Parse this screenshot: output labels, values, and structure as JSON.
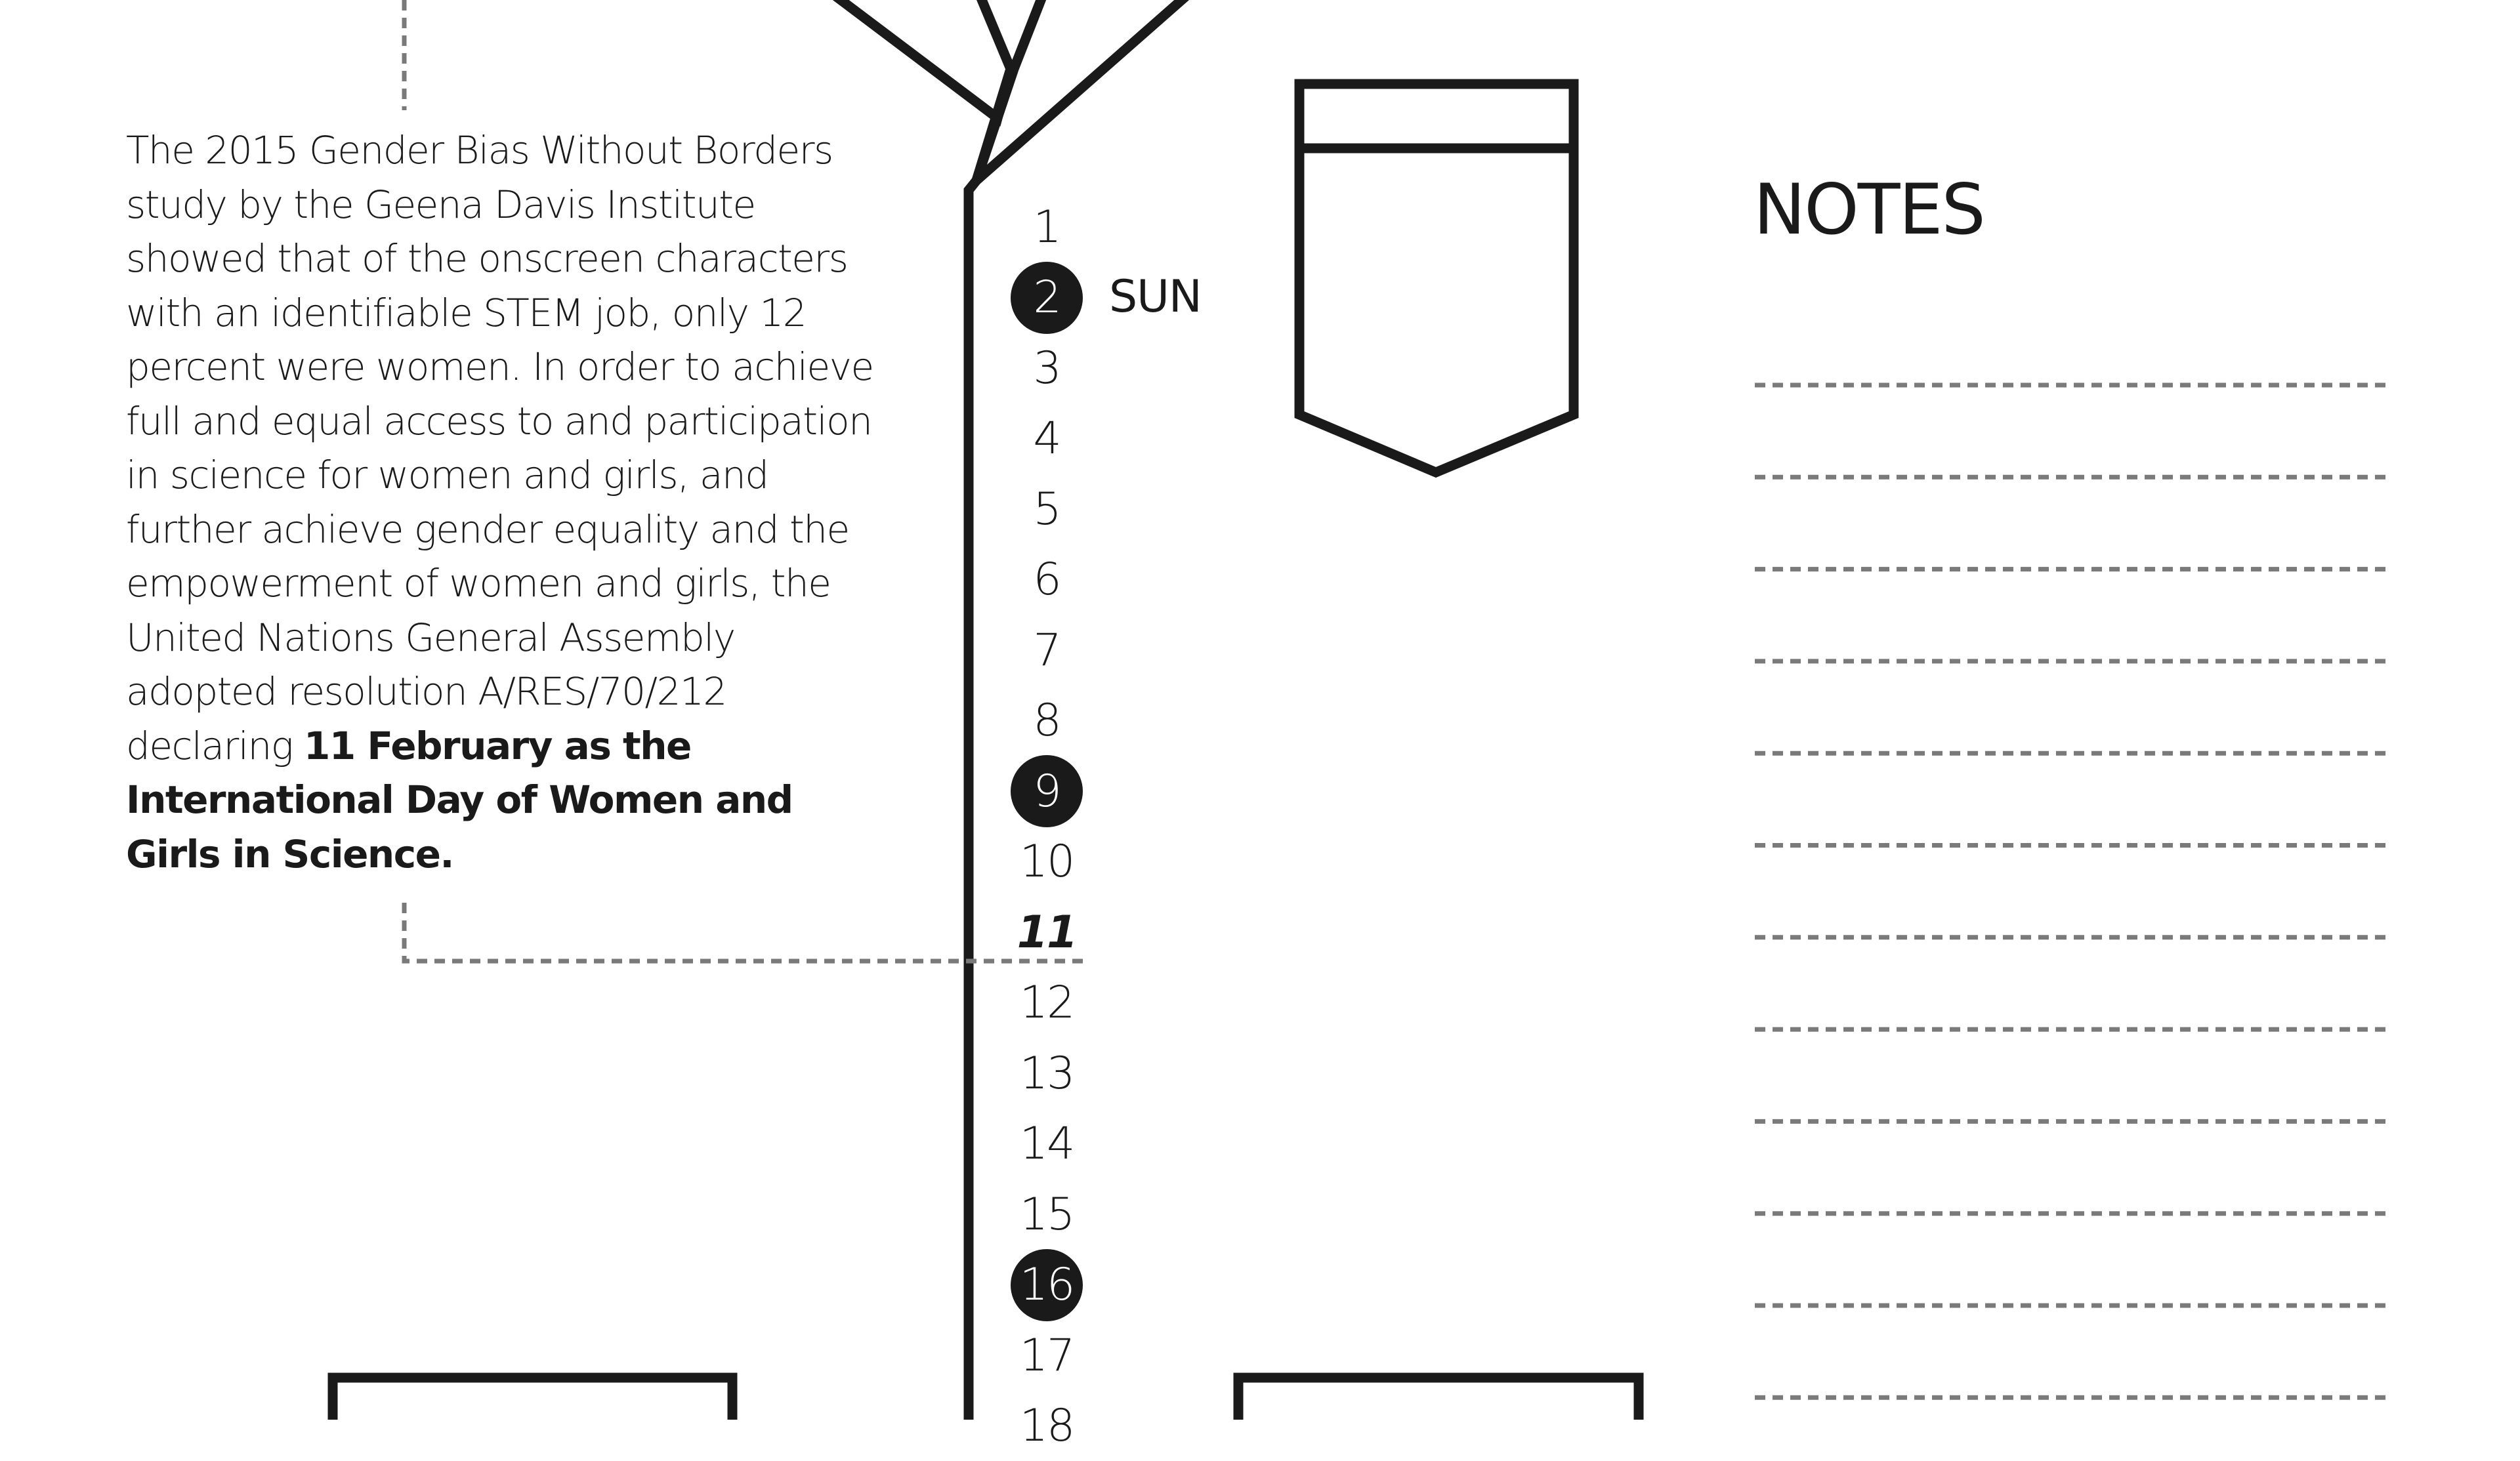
{
  "intro": {
    "text": "The 2015 Gender Bias Without Borders study by the Geena Davis Institute showed that of the onscreen characters with an identifiable STEM job, only 12 percent were women. In order to achieve full and equal access to and participation in science for women and girls, and further achieve gender equality and the empowerment of women and girls, the United Nations General Assembly adopted resolution A/RES/70/212 declaring ",
    "emphasis": "11 February as the International Day of Women and Girls in Science."
  },
  "notes": {
    "title": "NOTES",
    "line_count": 12
  },
  "calendar": {
    "weekday": "SUN",
    "weekday_day": "2",
    "days": [
      {
        "label": "1",
        "marked": false,
        "highlight": false
      },
      {
        "label": "2",
        "marked": true,
        "highlight": false
      },
      {
        "label": "3",
        "marked": false,
        "highlight": false
      },
      {
        "label": "4",
        "marked": false,
        "highlight": false
      },
      {
        "label": "5",
        "marked": false,
        "highlight": false
      },
      {
        "label": "6",
        "marked": false,
        "highlight": false
      },
      {
        "label": "7",
        "marked": false,
        "highlight": false
      },
      {
        "label": "8",
        "marked": false,
        "highlight": false
      },
      {
        "label": "9",
        "marked": true,
        "highlight": false
      },
      {
        "label": "10",
        "marked": false,
        "highlight": false
      },
      {
        "label": "11",
        "marked": false,
        "highlight": true
      },
      {
        "label": "12",
        "marked": false,
        "highlight": false
      },
      {
        "label": "13",
        "marked": false,
        "highlight": false
      },
      {
        "label": "14",
        "marked": false,
        "highlight": false
      },
      {
        "label": "15",
        "marked": false,
        "highlight": false
      },
      {
        "label": "16",
        "marked": true,
        "highlight": false
      },
      {
        "label": "17",
        "marked": false,
        "highlight": false
      },
      {
        "label": "18",
        "marked": false,
        "highlight": false
      }
    ]
  },
  "colors": {
    "ink": "#1a1a1a",
    "dash": "#7a7a7a",
    "paper": "#ffffff"
  }
}
